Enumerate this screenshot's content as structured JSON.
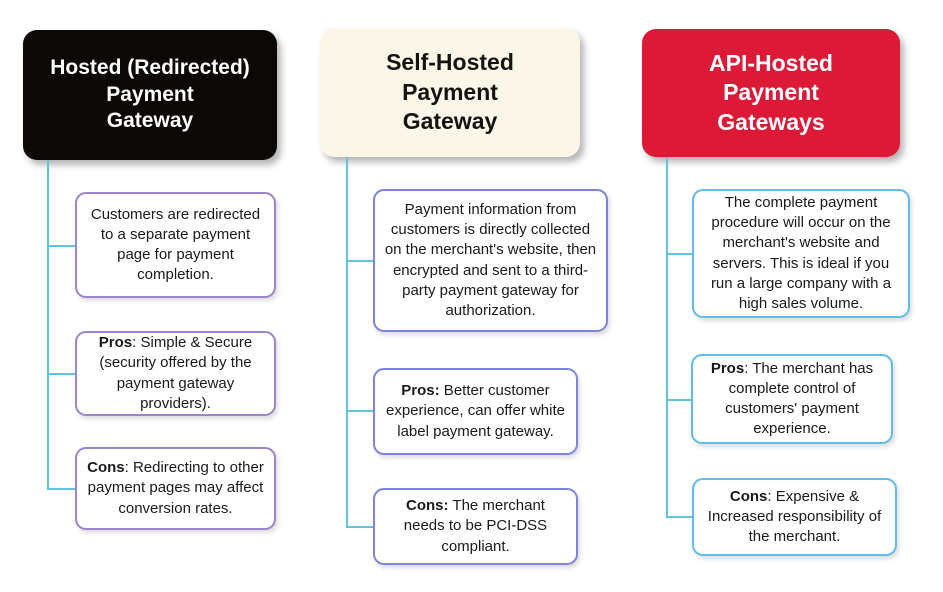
{
  "theme": {
    "page_bg": "#ffffff",
    "connector": "#62c3dd",
    "body_text": "#1a1a1a",
    "col1_header_bg": "#0c0806",
    "col1_header_fg": "#ffffff",
    "col1_box_border": "#9d85cb",
    "col2_header_bg": "#faf7e8",
    "col2_header_fg": "#151310",
    "col2_box_border": "#7d85da",
    "col3_header_bg": "#dc1a38",
    "col3_header_fg": "#ffffff",
    "col3_box_border": "#5fbde9"
  },
  "diagram": {
    "columns": [
      {
        "header_lines": [
          "Hosted (Redirected)",
          "Payment",
          "Gateway"
        ],
        "boxes": [
          {
            "bold": "",
            "text": "Customers are redirected to a separate payment page for payment completion."
          },
          {
            "bold": "Pros",
            "text": ": Simple & Secure (security offered by the payment gateway providers)."
          },
          {
            "bold": "Cons",
            "text": ": Redirecting to other payment pages may affect conversion rates."
          }
        ]
      },
      {
        "header_lines": [
          "Self-Hosted",
          "Payment",
          "Gateway"
        ],
        "boxes": [
          {
            "bold": "",
            "text": "Payment information from customers is directly collected on the merchant's website, then encrypted and sent to a third-party payment gateway for authorization."
          },
          {
            "bold": "Pros:",
            "text": " Better customer experience, can offer white label payment gateway."
          },
          {
            "bold": "Cons:",
            "text": " The merchant needs to be PCI-DSS compliant."
          }
        ]
      },
      {
        "header_lines": [
          "API-Hosted",
          "Payment",
          "Gateways"
        ],
        "boxes": [
          {
            "bold": "",
            "text": "The complete payment procedure will occur on the merchant's website and servers. This is ideal if you run a large company with a high sales volume."
          },
          {
            "bold": "Pros",
            "text": ": The merchant has complete control of customers' payment experience."
          },
          {
            "bold": "Cons",
            "text": ": Expensive & Increased responsibility of the merchant."
          }
        ]
      }
    ]
  }
}
